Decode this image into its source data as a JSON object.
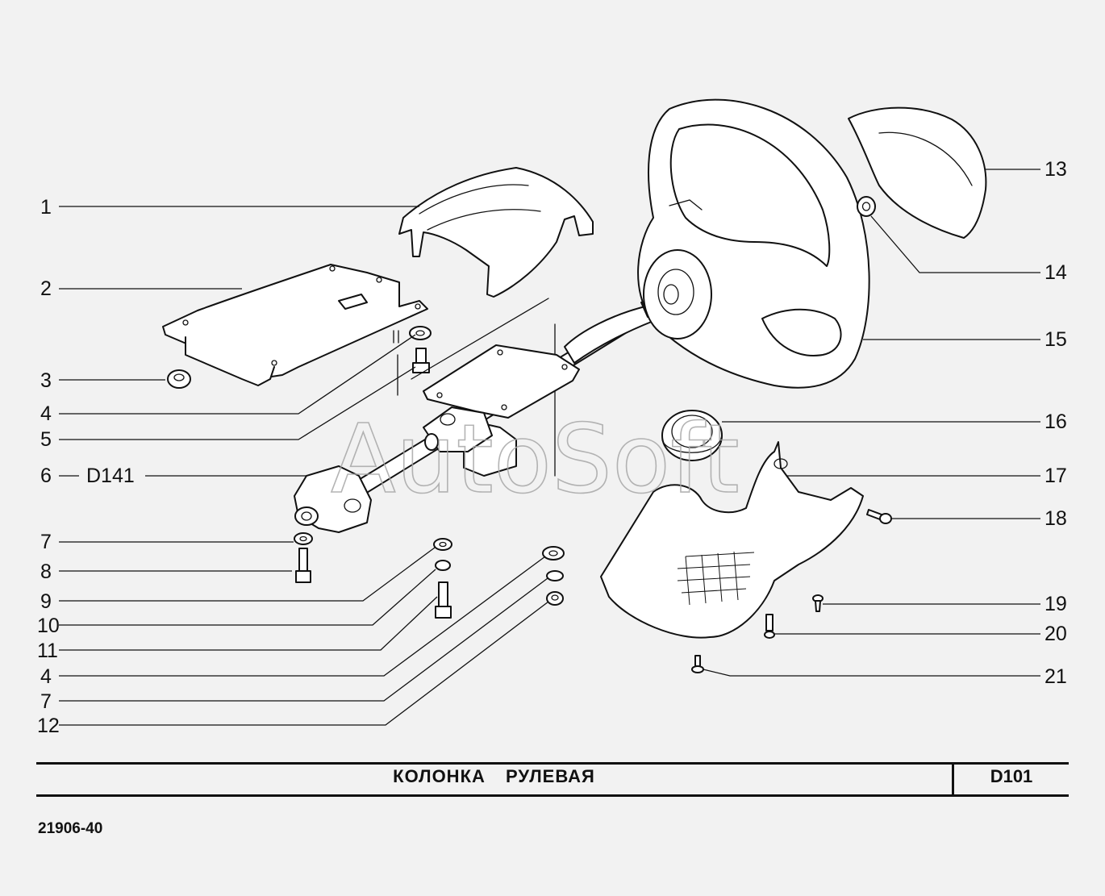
{
  "watermark": "AutoSoft",
  "title": "КОЛОНКА   РУЛЕВАЯ",
  "page_code": "D101",
  "model_code": "21906-40",
  "callouts": {
    "c1": "1",
    "c2": "2",
    "c3": "3",
    "c4a": "4",
    "c5": "5",
    "c6": "6",
    "c6_ref": "D141",
    "c7a": "7",
    "c8": "8",
    "c9": "9",
    "c10": "10",
    "c11": "11",
    "c4b": "4",
    "c7b": "7",
    "c12": "12",
    "c13": "13",
    "c14": "14",
    "c15": "15",
    "c16": "16",
    "c17": "17",
    "c18": "18",
    "c19": "19",
    "c20": "20",
    "c21": "21"
  }
}
